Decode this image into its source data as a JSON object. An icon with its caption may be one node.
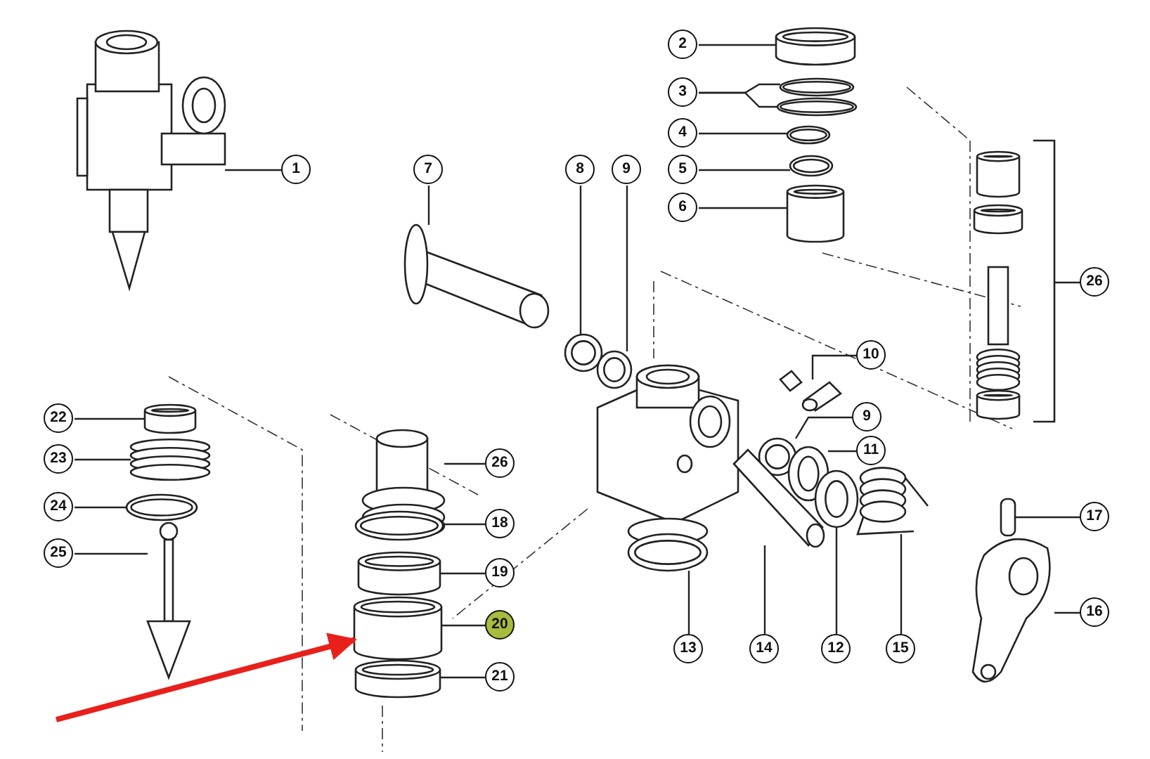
{
  "diagram": {
    "nodes": [
      {
        "text": [
          "1"
        ]
      },
      {
        "text": [],
        "shape": "picture"
      },
      {
        "text": [
          "2"
        ]
      },
      {
        "text": [],
        "shape": "cylinder"
      },
      {
        "text": [
          "3"
        ]
      },
      {
        "text": [],
        "shape": "picture"
      },
      {
        "text": [],
        "shape": "picture"
      },
      {
        "text": [
          "4"
        ]
      },
      {
        "text": [],
        "shape": "picture"
      },
      {
        "text": [
          "5"
        ]
      },
      {
        "text": [],
        "shape": "picture"
      },
      {
        "text": [
          "6"
        ]
      },
      {
        "text": [],
        "shape": "cylinder"
      },
      {
        "text": [
          "7"
        ]
      },
      {
        "text": [],
        "shape": "picture"
      },
      {
        "text": [
          "8"
        ]
      },
      {
        "text": [],
        "shape": "picture"
      },
      {
        "text": [
          "9"
        ]
      },
      {
        "text": [],
        "shape": "picture"
      },
      {
        "text": [
          "26"
        ]
      },
      {
        "text": [],
        "shape": "bracket"
      },
      {
        "text": [
          "10"
        ]
      },
      {
        "text": [],
        "shape": "picture"
      },
      {
        "text": [
          "9"
        ]
      },
      {
        "text": [],
        "shape": "picture"
      },
      {
        "text": [
          "11"
        ]
      },
      {
        "text": [],
        "shape": "picture"
      },
      {
        "text": [
          "22"
        ]
      },
      {
        "text": [],
        "shape": "cylinder"
      },
      {
        "text": [
          "23"
        ]
      },
      {
        "text": [],
        "shape": "picture"
      },
      {
        "text": [
          "26"
        ]
      },
      {
        "text": [],
        "shape": "picture"
      },
      {
        "text": [
          "24"
        ]
      },
      {
        "text": [],
        "shape": "picture"
      },
      {
        "text": [
          "18"
        ]
      },
      {
        "text": [],
        "shape": "picture"
      },
      {
        "text": [
          "17"
        ]
      },
      {
        "text": [],
        "shape": "picture"
      },
      {
        "text": [
          "25"
        ]
      },
      {
        "text": [],
        "shape": "picture"
      },
      {
        "text": [
          "19"
        ]
      },
      {
        "text": [],
        "shape": "picture"
      },
      {
        "text": [
          "20"
        ]
      },
      {
        "text": [],
        "shape": "picture"
      },
      {
        "text": [
          "16"
        ]
      },
      {
        "text": [],
        "shape": "picture"
      },
      {
        "text": [
          "21"
        ]
      },
      {
        "text": [],
        "shape": "picture"
      },
      {
        "text": [
          "13"
        ]
      },
      {
        "text": [],
        "shape": "picture"
      },
      {
        "text": [
          "14"
        ]
      },
      {
        "text": [],
        "shape": "picture"
      },
      {
        "text": [
          "12"
        ]
      },
      {
        "text": [],
        "shape": "picture"
      },
      {
        "text": [
          "15"
        ]
      },
      {
        "text": [],
        "shape": "picture"
      }
    ],
    "edges": [
      {
        "from": 0,
        "to": 1,
        "arrow": "none"
      },
      {
        "from": 2,
        "to": 3,
        "arrow": "none"
      },
      {
        "from": 4,
        "to": 5,
        "arrow": "none"
      },
      {
        "from": 4,
        "to": 6,
        "arrow": "none"
      },
      {
        "from": 7,
        "to": 8,
        "arrow": "none"
      },
      {
        "from": 9,
        "to": 10,
        "arrow": "none"
      },
      {
        "from": 11,
        "to": 12,
        "arrow": "none"
      },
      {
        "from": 13,
        "to": 14,
        "arrow": "none"
      },
      {
        "from": 15,
        "to": 16,
        "arrow": "none"
      },
      {
        "from": 17,
        "to": 18,
        "arrow": "none"
      },
      {
        "from": 19,
        "to": 20,
        "arrow": "none"
      },
      {
        "from": 21,
        "to": 22,
        "arrow": "none"
      },
      {
        "from": 23,
        "to": 24,
        "arrow": "none"
      },
      {
        "from": 25,
        "to": 26,
        "arrow": "none"
      },
      {
        "from": 27,
        "to": 28,
        "arrow": "none"
      },
      {
        "from": 29,
        "to": 30,
        "arrow": "none"
      },
      {
        "from": 31,
        "to": 32,
        "arrow": "none"
      },
      {
        "from": 33,
        "to": 34,
        "arrow": "none"
      },
      {
        "from": 35,
        "to": 36,
        "arrow": "none"
      },
      {
        "from": 37,
        "to": 38,
        "arrow": "none"
      },
      {
        "from": 39,
        "to": 40,
        "arrow": "none"
      },
      {
        "from": 41,
        "to": 42,
        "arrow": "none"
      },
      {
        "from": 43,
        "to": 44,
        "arrow": "none"
      },
      {
        "from": 45,
        "to": 46,
        "arrow": "none"
      },
      {
        "from": 47,
        "to": 48,
        "arrow": "none"
      },
      {
        "from": 49,
        "to": 50,
        "arrow": "none"
      },
      {
        "from": 51,
        "to": 52,
        "arrow": "none"
      },
      {
        "from": 53,
        "to": 54,
        "arrow": "none"
      },
      {
        "from": 55,
        "to": 56,
        "arrow": "none"
      },
      {
        "from": null,
        "to": 44,
        "arrow": "to",
        "style": "thick",
        "color": "#e8201b"
      }
    ]
  }
}
